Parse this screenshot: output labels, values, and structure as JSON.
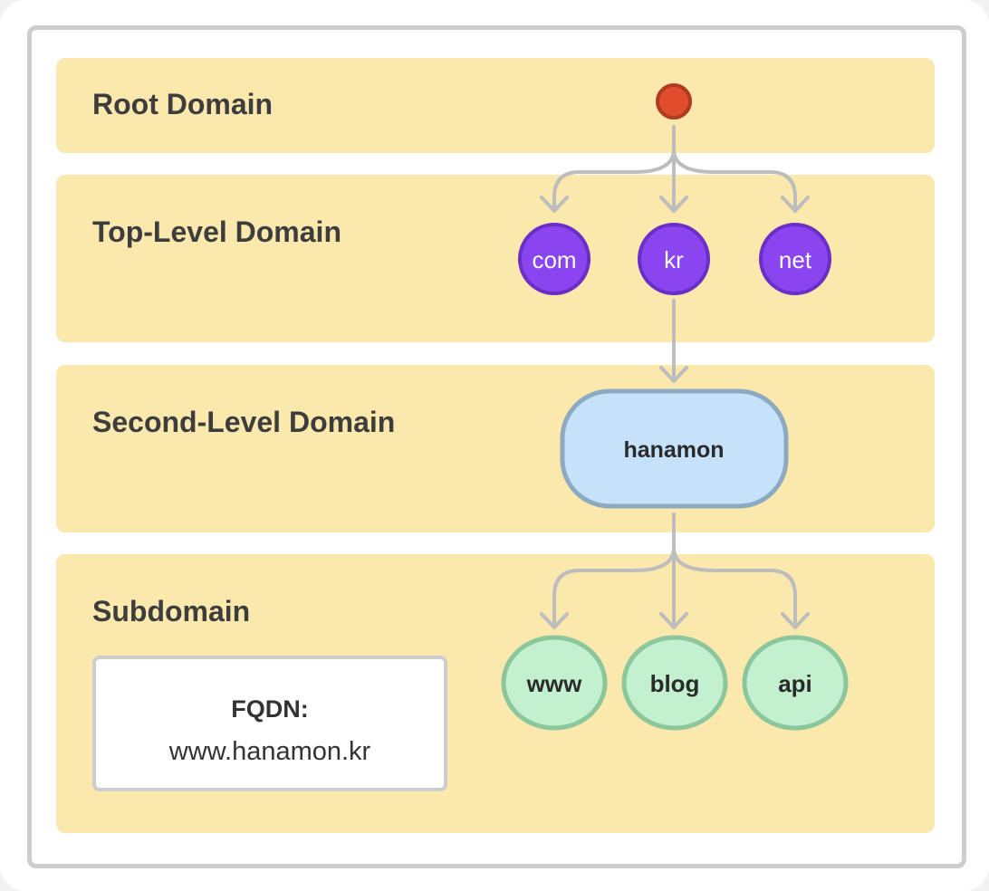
{
  "levels": {
    "root": "Root Domain",
    "tld": "Top-Level Domain",
    "sld": "Second-Level Domain",
    "sub": "Subdomain"
  },
  "tld_nodes": [
    "com",
    "kr",
    "net"
  ],
  "sld_node": "hanamon",
  "sub_nodes": [
    "www",
    "blog",
    "api"
  ],
  "fqdn": {
    "label": "FQDN:",
    "value": "www.hanamon.kr"
  },
  "colors": {
    "band": "#fae8ad",
    "root_node": "#e04b2c",
    "tld_node": "#8a44f0",
    "sld_node": "#c6e2fb",
    "sub_node": "#c3f0cf",
    "arrow": "#bdbdbd"
  }
}
